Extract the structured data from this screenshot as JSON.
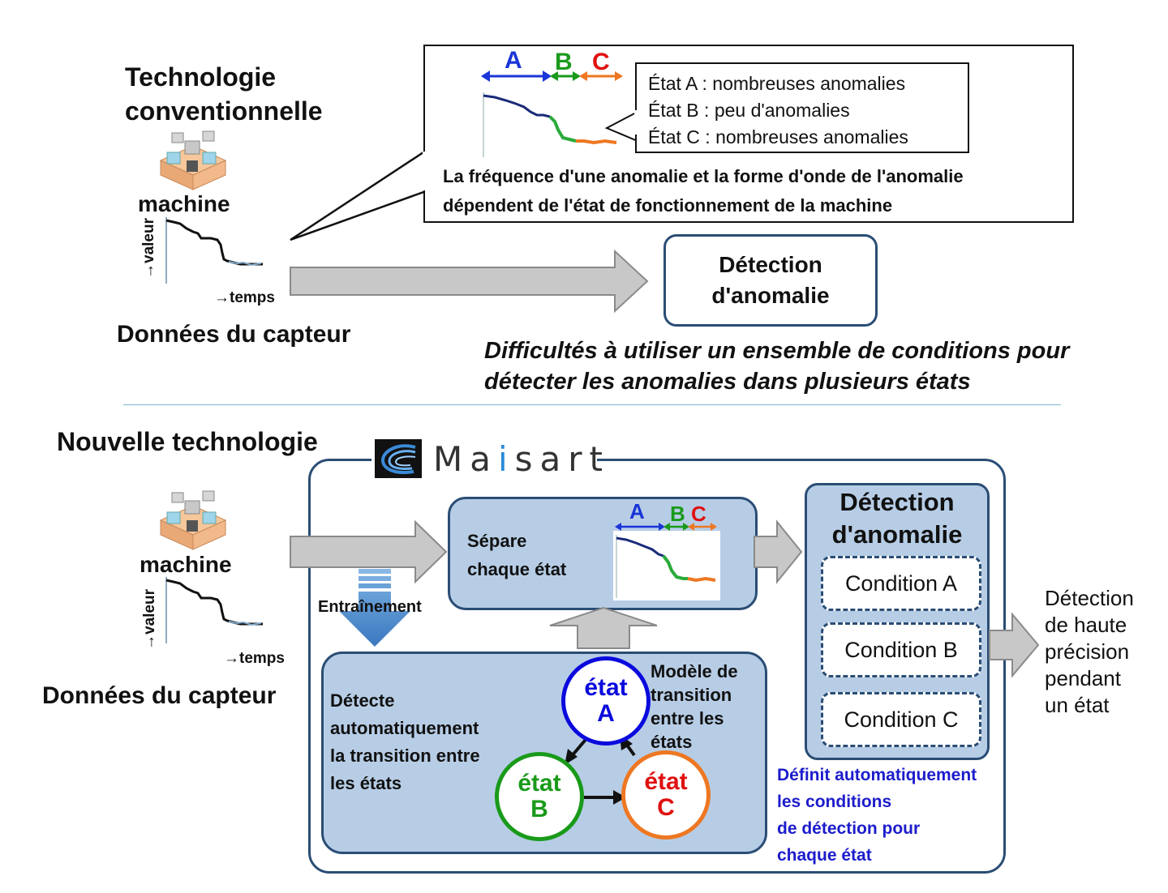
{
  "top": {
    "title_line1": "Technologie",
    "title_line2": "conventionnelle",
    "machine_label": "machine",
    "axis_value": "→valeur",
    "axis_time": "→temps",
    "sensor_label": "Données du capteur",
    "callout": {
      "label_a": "A",
      "label_b": "B",
      "label_c": "C",
      "state_a": "État A : nombreuses anomalies",
      "state_b": "État B : peu d'anomalies",
      "state_c": "État C : nombreuses anomalies",
      "note_line1": "La fréquence d'une anomalie et la forme d'onde de l'anomalie",
      "note_line2": "dépendent de l'état de fonctionnement de la machine"
    },
    "detection_line1": "Détection",
    "detection_line2": "d'anomalie",
    "difficulty_line1": "Difficultés à utiliser un ensemble de conditions pour",
    "difficulty_line2": "détecter les anomalies dans plusieurs états"
  },
  "bottom": {
    "title": "Nouvelle technologie",
    "logo_text_pre": "Ma",
    "logo_text_ai": "i",
    "logo_text_post": "sart",
    "machine_label": "machine",
    "axis_value": "→valeur",
    "axis_time": "→temps",
    "sensor_label": "Données du capteur",
    "training_label": "Entraînement",
    "separate_line1": "Sépare",
    "separate_line2": "chaque état",
    "mini_a": "A",
    "mini_b": "B",
    "mini_c": "C",
    "detect_auto_line1": "Détecte",
    "detect_auto_line2": "automatiquement",
    "detect_auto_line3": "la transition entre",
    "detect_auto_line4": "les états",
    "model_line1": "Modèle de",
    "model_line2": "transition",
    "model_line3": "entre les",
    "model_line4": "états",
    "state_word": "état",
    "state_a": "A",
    "state_b": "B",
    "state_c": "C",
    "detection_line1": "Détection",
    "detection_line2": "d'anomalie",
    "conditions": [
      "Condition A",
      "Condition B",
      "Condition C"
    ],
    "defines_line1": "Définit automatiquement",
    "defines_line2": "les conditions",
    "defines_line3": "de détection pour",
    "defines_line4": "chaque état",
    "result_line1": "Détection",
    "result_line2": "de haute",
    "result_line3": "précision",
    "result_line4": "pendant",
    "result_line5": "un état"
  },
  "colors": {
    "panel_border": "#2a4d74",
    "panel_fill": "#b7cde6",
    "state_a": "#0000dd",
    "state_b": "#1a9a1a",
    "state_c_text": "#e01010",
    "state_c_ring": "#ee7722",
    "divider": "#7fb6cf",
    "defines_text": "#1c1ccc"
  }
}
